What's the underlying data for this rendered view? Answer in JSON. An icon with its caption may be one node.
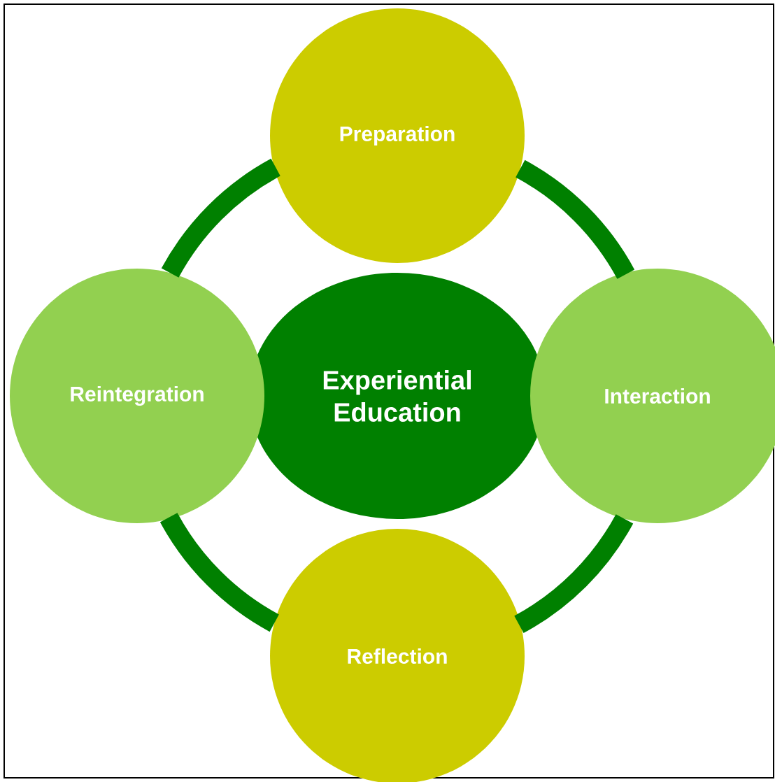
{
  "diagram": {
    "nodes": [
      {
        "text": [
          "Experiential Education"
        ]
      },
      {
        "text": [
          "Preparation"
        ]
      },
      {
        "text": [
          "Interaction"
        ]
      },
      {
        "text": [
          "Reflection"
        ]
      },
      {
        "text": [
          "Reintegration"
        ]
      }
    ],
    "edges": [
      {
        "from": 1,
        "to": 2,
        "arrow": "none"
      },
      {
        "from": 2,
        "to": 3,
        "arrow": "none"
      },
      {
        "from": 3,
        "to": 4,
        "arrow": "none"
      },
      {
        "from": 4,
        "to": 1,
        "arrow": "none"
      }
    ]
  }
}
